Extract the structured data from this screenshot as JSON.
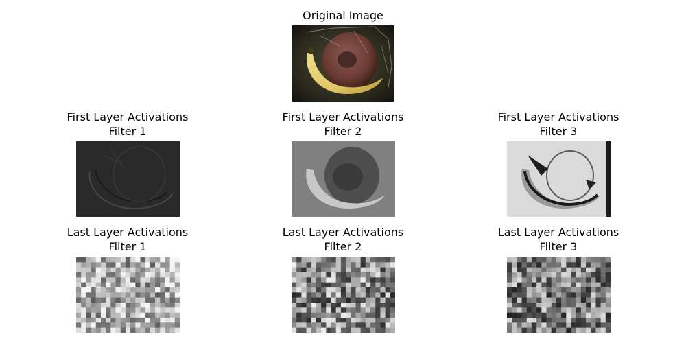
{
  "figure": {
    "original": {
      "title": "Original Image",
      "image": "banana-and-red-fruit-photo"
    },
    "first_layer": [
      {
        "title": "First Layer Activations",
        "subtitle": "Filter 1",
        "image": "first-layer-filter-1-activation"
      },
      {
        "title": "First Layer Activations",
        "subtitle": "Filter 2",
        "image": "first-layer-filter-2-activation"
      },
      {
        "title": "First Layer Activations",
        "subtitle": "Filter 3",
        "image": "first-layer-filter-3-activation"
      }
    ],
    "last_layer": [
      {
        "title": "Last Layer Activations",
        "subtitle": "Filter 1",
        "image": "last-layer-filter-1-activation"
      },
      {
        "title": "Last Layer Activations",
        "subtitle": "Filter 2",
        "image": "last-layer-filter-2-activation"
      },
      {
        "title": "Last Layer Activations",
        "subtitle": "Filter 3",
        "image": "last-layer-filter-3-activation"
      }
    ],
    "colors": {
      "background": "#ffffff",
      "banana": "#e2c765",
      "fruit": "#6b3a32",
      "dark_bg": "#1d1a14"
    }
  }
}
